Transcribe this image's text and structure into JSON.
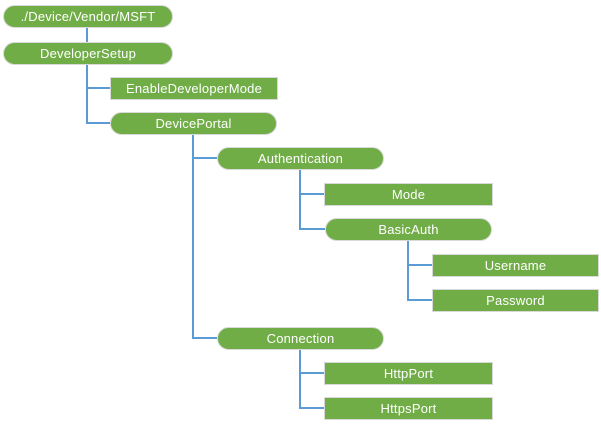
{
  "colors": {
    "node_fill": "#70AD47",
    "node_border": "#D9D9D9",
    "node_text": "#FFFFFF",
    "connector": "#5B9BD5",
    "background": "#FFFFFF"
  },
  "diagram": {
    "type": "tree",
    "nodes": [
      {
        "id": "root",
        "label": "./Device/Vendor/MSFT",
        "shape": "pill",
        "parent": null
      },
      {
        "id": "developer-setup",
        "label": "DeveloperSetup",
        "shape": "pill",
        "parent": "root"
      },
      {
        "id": "enable-developer-mode",
        "label": "EnableDeveloperMode",
        "shape": "rect",
        "parent": "developer-setup"
      },
      {
        "id": "device-portal",
        "label": "DevicePortal",
        "shape": "pill",
        "parent": "developer-setup"
      },
      {
        "id": "authentication",
        "label": "Authentication",
        "shape": "pill",
        "parent": "device-portal"
      },
      {
        "id": "mode",
        "label": "Mode",
        "shape": "rect",
        "parent": "authentication"
      },
      {
        "id": "basic-auth",
        "label": "BasicAuth",
        "shape": "pill",
        "parent": "authentication"
      },
      {
        "id": "username",
        "label": "Username",
        "shape": "rect",
        "parent": "basic-auth"
      },
      {
        "id": "password",
        "label": "Password",
        "shape": "rect",
        "parent": "basic-auth"
      },
      {
        "id": "connection",
        "label": "Connection",
        "shape": "pill",
        "parent": "device-portal"
      },
      {
        "id": "http-port",
        "label": "HttpPort",
        "shape": "rect",
        "parent": "connection"
      },
      {
        "id": "https-port",
        "label": "HttpsPort",
        "shape": "rect",
        "parent": "connection"
      }
    ]
  }
}
